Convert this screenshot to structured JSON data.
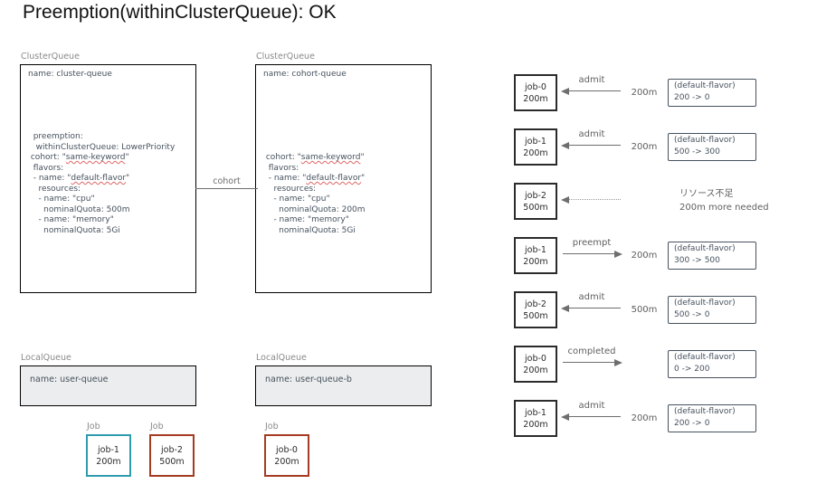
{
  "title": "Preemption(withinClusterQueue): OK",
  "colors": {
    "queue_blue": "#6fa8dc",
    "flavor_blue": "#6d9eeb",
    "orange": "#f6b26b",
    "job_red": "#a63b22",
    "job_teal": "#2e9cad",
    "localqueue_fill": "#ecedee",
    "squiggle_red": "#e06666"
  },
  "spellcheck_words": [
    "same-keyword",
    "default-flavor"
  ],
  "cluster_queues": [
    {
      "type_label": "ClusterQueue",
      "accent": "blue",
      "yaml_lines": [
        "name: cluster-queue",
        "",
        "",
        "",
        "",
        "",
        "  preemption:",
        "   withinClusterQueue: LowerPriority",
        " cohort: \"same-keyword\"",
        "  flavors:",
        "  - name: \"default-flavor\"",
        "    resources:",
        "    - name: \"cpu\"",
        "      nominalQuota: 500m",
        "    - name: \"memory\"",
        "      nominalQuota: 5Gi"
      ]
    },
    {
      "type_label": "ClusterQueue",
      "accent": "orange",
      "yaml_lines": [
        "name: cohort-queue",
        "",
        "",
        "",
        "",
        "",
        "",
        "",
        " cohort: \"same-keyword\"",
        "  flavors:",
        "  - name: \"default-flavor\"",
        "    resources:",
        "    - name: \"cpu\"",
        "      nominalQuota: 200m",
        "    - name: \"memory\"",
        "      nominalQuota: 5Gi"
      ]
    }
  ],
  "cohort_link_label": "cohort",
  "local_queues": [
    {
      "type_label": "LocalQueue",
      "accent": "blue",
      "name_line": "name: user-queue"
    },
    {
      "type_label": "LocalQueue",
      "accent": "orange",
      "name_line": "name: user-queue-b"
    }
  ],
  "pending_jobs": [
    {
      "type_label": "Job",
      "accent": "teal",
      "name": "job-1",
      "qty": "200m"
    },
    {
      "type_label": "Job",
      "accent": "red",
      "name": "job-2",
      "qty": "500m"
    },
    {
      "type_label": "Job",
      "accent": "red",
      "name": "job-0",
      "qty": "200m"
    }
  ],
  "timeline": [
    {
      "job": {
        "label": "job-0",
        "qty": "200m",
        "accent": "red"
      },
      "arrow": {
        "dir": "left",
        "style": "solid",
        "label": "admit"
      },
      "amount": "200m",
      "flavor": {
        "accent": "orange",
        "name": "(default-flavor)",
        "change": "200 -> 0"
      }
    },
    {
      "job": {
        "label": "job-1",
        "qty": "200m",
        "accent": "teal"
      },
      "arrow": {
        "dir": "left",
        "style": "solid",
        "label": "admit"
      },
      "amount": "200m",
      "flavor": {
        "accent": "blue",
        "name": "(default-flavor)",
        "change": "500 -> 300"
      }
    },
    {
      "job": {
        "label": "job-2",
        "qty": "500m",
        "accent": "red"
      },
      "arrow": {
        "dir": "left",
        "style": "dotted",
        "label": ""
      },
      "amount": "",
      "note": [
        "リソース不足",
        "200m more needed"
      ]
    },
    {
      "job": {
        "label": "job-1",
        "qty": "200m",
        "accent": "teal"
      },
      "arrow": {
        "dir": "right",
        "style": "solid",
        "label": "preempt"
      },
      "amount": "200m",
      "flavor": {
        "accent": "blue",
        "name": "(default-flavor)",
        "change": "300 -> 500"
      }
    },
    {
      "job": {
        "label": "job-2",
        "qty": "500m",
        "accent": "red"
      },
      "arrow": {
        "dir": "left",
        "style": "solid",
        "label": "admit"
      },
      "amount": "500m",
      "flavor": {
        "accent": "blue",
        "name": "(default-flavor)",
        "change": "500 -> 0"
      }
    },
    {
      "job": {
        "label": "job-0",
        "qty": "200m",
        "accent": "red"
      },
      "arrow": {
        "dir": "right",
        "style": "solid",
        "label": "completed"
      },
      "amount": "",
      "flavor": {
        "accent": "orange",
        "name": "(default-flavor)",
        "change": "0 -> 200"
      }
    },
    {
      "job": {
        "label": "job-1",
        "qty": "200m",
        "accent": "teal"
      },
      "arrow": {
        "dir": "left",
        "style": "solid",
        "label": "admit"
      },
      "amount": "200m",
      "flavor": {
        "accent": "orange",
        "name": "(default-flavor)",
        "change": "200 -> 0"
      }
    }
  ]
}
